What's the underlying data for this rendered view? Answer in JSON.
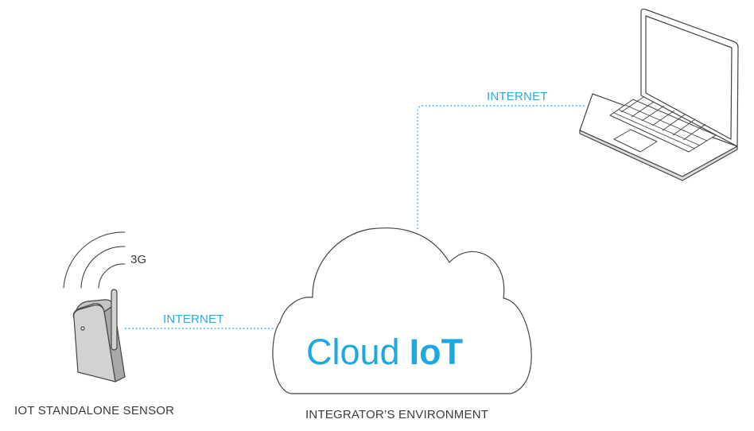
{
  "labels": {
    "sensor": "IOT STANDALONE SENSOR",
    "environment": "INTEGRATOR’S ENVIRONMENT",
    "network_3g": "3G",
    "link_sensor_cloud": "INTERNET",
    "link_cloud_laptop": "INTERNET"
  },
  "cloud": {
    "word_light": "Cloud",
    "word_bold": "IoT"
  },
  "colors": {
    "accent": "#1fa8e0",
    "connector": "#2ba9df",
    "text": "#3a3a3a",
    "outline": "#444444",
    "device_fill": "#d2d2d2"
  },
  "icons": {
    "sensor": "sensor-device-icon",
    "signal": "wireless-signal-icon",
    "cloud": "cloud-icon",
    "laptop": "laptop-icon"
  }
}
